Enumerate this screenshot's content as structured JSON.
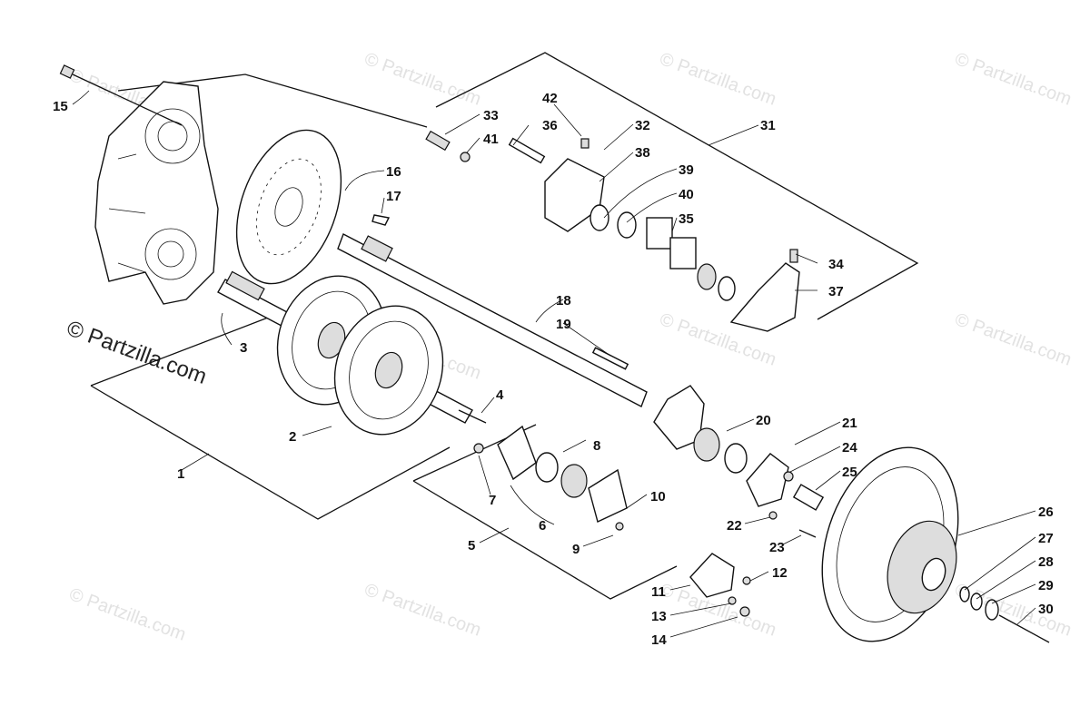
{
  "watermark_text": "© Partzilla.com",
  "brand_text": "© Partzilla.com",
  "callouts": [
    {
      "id": "c1",
      "label": "1"
    },
    {
      "id": "c2",
      "label": "2"
    },
    {
      "id": "c3",
      "label": "3"
    },
    {
      "id": "c4",
      "label": "4"
    },
    {
      "id": "c5",
      "label": "5"
    },
    {
      "id": "c6",
      "label": "6"
    },
    {
      "id": "c7",
      "label": "7"
    },
    {
      "id": "c8",
      "label": "8"
    },
    {
      "id": "c9",
      "label": "9"
    },
    {
      "id": "c10",
      "label": "10"
    },
    {
      "id": "c11",
      "label": "11"
    },
    {
      "id": "c12",
      "label": "12"
    },
    {
      "id": "c13",
      "label": "13"
    },
    {
      "id": "c14",
      "label": "14"
    },
    {
      "id": "c15",
      "label": "15"
    },
    {
      "id": "c16",
      "label": "16"
    },
    {
      "id": "c17",
      "label": "17"
    },
    {
      "id": "c18",
      "label": "18"
    },
    {
      "id": "c19",
      "label": "19"
    },
    {
      "id": "c20",
      "label": "20"
    },
    {
      "id": "c21",
      "label": "21"
    },
    {
      "id": "c22",
      "label": "22"
    },
    {
      "id": "c23",
      "label": "23"
    },
    {
      "id": "c24",
      "label": "24"
    },
    {
      "id": "c25",
      "label": "25"
    },
    {
      "id": "c26",
      "label": "26"
    },
    {
      "id": "c27",
      "label": "27"
    },
    {
      "id": "c28",
      "label": "28"
    },
    {
      "id": "c29",
      "label": "29"
    },
    {
      "id": "c30",
      "label": "30"
    },
    {
      "id": "c31",
      "label": "31"
    },
    {
      "id": "c32",
      "label": "32"
    },
    {
      "id": "c33",
      "label": "33"
    },
    {
      "id": "c34",
      "label": "34"
    },
    {
      "id": "c35",
      "label": "35"
    },
    {
      "id": "c36",
      "label": "36"
    },
    {
      "id": "c37",
      "label": "37"
    },
    {
      "id": "c38",
      "label": "38"
    },
    {
      "id": "c39",
      "label": "39"
    },
    {
      "id": "c40",
      "label": "40"
    },
    {
      "id": "c41",
      "label": "41"
    },
    {
      "id": "c42",
      "label": "42"
    }
  ]
}
